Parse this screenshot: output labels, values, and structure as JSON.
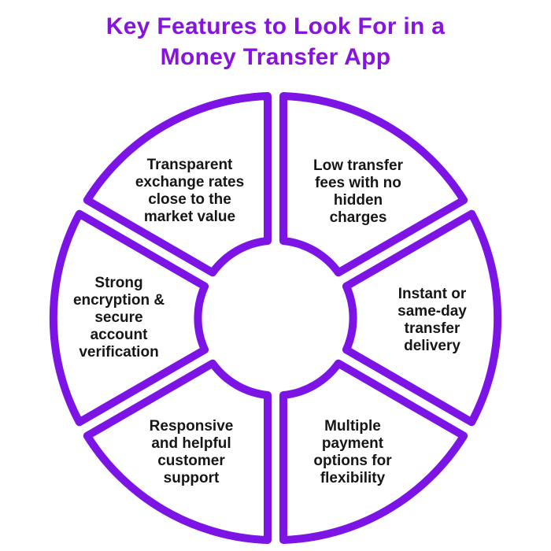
{
  "title": {
    "text": "Key Features to Look For in a\nMoney Transfer App"
  },
  "colors": {
    "background": "#FFFFFF",
    "title_text": "#8714DE",
    "wheel_stroke": "#7B14E4",
    "segment_fill": "#FFFFFF",
    "label_text": "#161616"
  },
  "wheel": {
    "type": "ring-diagram",
    "segment_count": 6,
    "segments": [
      {
        "position": "top-left",
        "label": "Transparent\nexchange rates\nclose to the\nmarket value"
      },
      {
        "position": "top-right",
        "label": "Low transfer\nfees with no\nhidden\ncharges"
      },
      {
        "position": "right",
        "label": "Instant or\nsame-day\ntransfer\ndelivery"
      },
      {
        "position": "bottom-right",
        "label": "Multiple\npayment\noptions for\nflexibility"
      },
      {
        "position": "bottom-left",
        "label": "Responsive\nand helpful\ncustomer\nsupport"
      },
      {
        "position": "left",
        "label": "Strong\nencryption &\nsecure\naccount\nverification"
      }
    ]
  }
}
